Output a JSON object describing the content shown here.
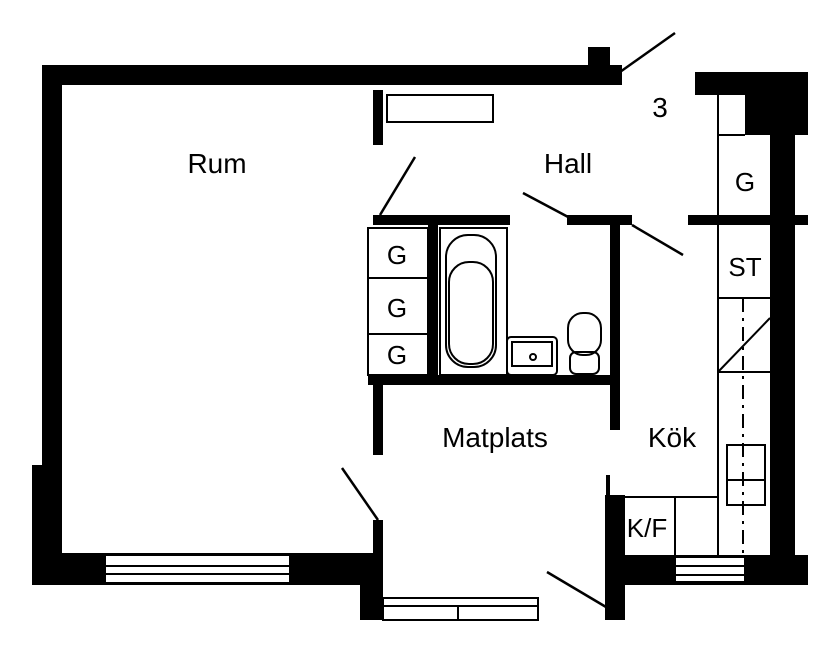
{
  "plan": {
    "rooms": {
      "rum": "Rum",
      "hall": "Hall",
      "matplats": "Matplats",
      "kok": "Kök"
    },
    "unit_number": "3",
    "fixtures": {
      "g1": "G",
      "g2": "G",
      "g3": "G",
      "g4": "G",
      "st": "ST",
      "kf": "K/F"
    },
    "colors": {
      "wall": "#000000",
      "background": "#ffffff"
    }
  }
}
